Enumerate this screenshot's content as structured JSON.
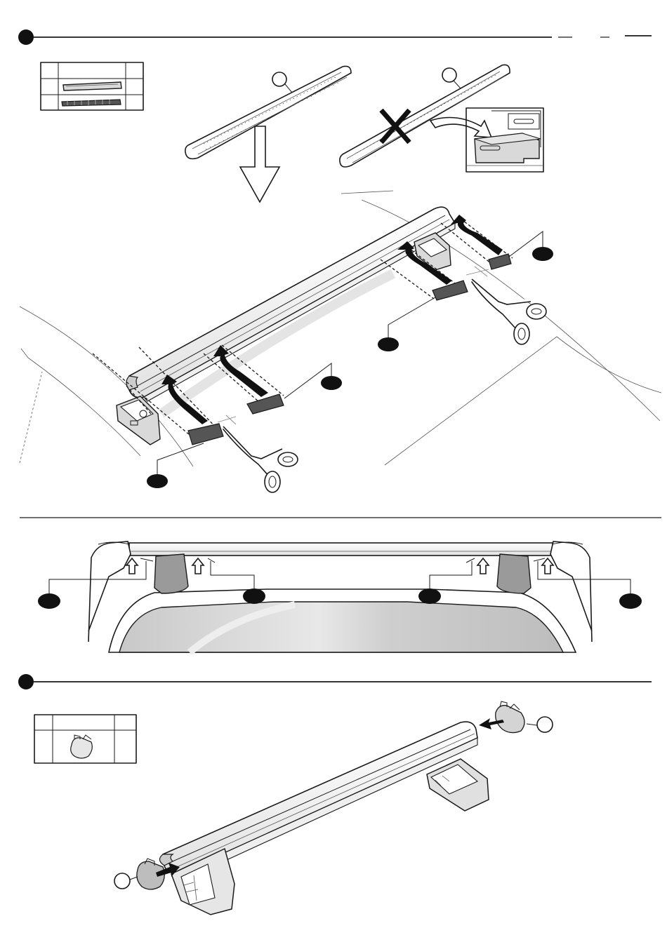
{
  "steps": [
    {
      "index": 1,
      "marker": "step-bullet"
    },
    {
      "index": 2,
      "marker": "step-bullet"
    }
  ],
  "parts_box_1": {
    "rows": 3,
    "columns": 3
  },
  "parts_box_2": {
    "rows": 2,
    "columns": 3
  },
  "callouts": {
    "top": [
      "callout",
      "callout"
    ],
    "strips": [
      "callout",
      "callout",
      "callout",
      "callout"
    ],
    "hands": [
      "callout",
      "callout",
      "callout",
      "callout"
    ],
    "caps": [
      "callout",
      "callout"
    ]
  },
  "colors": {
    "ink": "#1a1a1a",
    "marker_fill": "#111111",
    "glass": "#cfcfcf"
  }
}
